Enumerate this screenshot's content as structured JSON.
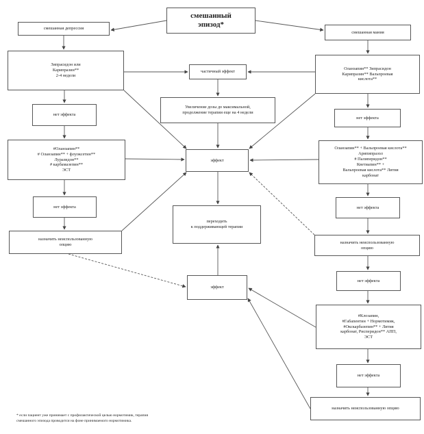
{
  "nodes": {
    "root": "смешанный\nэпизод*",
    "left_start": "смешанная депрессия",
    "right_start": "смешанная мания",
    "left_tx1": "Зипрасидон или\nКарипразин**\n2-4 недели",
    "partial": "частичный эффект",
    "right_tx1": "Оланзапин** Зипрасидон\nКарипразин** Вальпроевая\nкислота**",
    "increase": "Увеличение дозы до максимальной,\nпродолжение терапии еще на 4 недели",
    "left_no1": "нет эффекта",
    "right_no1": "нет эффекта",
    "left_tx2": "#Оланзапин**\n# Оланзапин** + флуоксетин**\nЛуразидон**\n# карбамазепин**\nЭСТ",
    "effect_center": "эффект",
    "right_tx2": "Оланзапин** + Вальпроевая кислота**\nАрипипразол\n# Палиперидон**\nКветиапин** +\nВальпроевая кислота** Лития\nкарбонат",
    "left_no2": "нет эффекта",
    "right_no2": "нет эффекта",
    "maintenance": "переходить\nк поддерживающей терапии",
    "left_unused": "назначить неиспользованную\nопцию",
    "right_unused": "назначить неиспользованную\nопцию",
    "effect_bottom": "эффект",
    "right_no3": "нет эффекта",
    "right_tx3": "#Клозапин,\n#Габапентин + Нормотимик,\n#Окскарбазепин** + Лития\nкарбонат, Рисперидон** АПП,\nЭСТ",
    "right_no4": "нет эффекта",
    "right_unused2": "назначить неиспользованную опцию"
  },
  "footnote": "* если пациент уже принимает с профилактической целью нормотимик, терапия\nсмешанного эпизода проводится на фоне принимаемого нормотимика."
}
